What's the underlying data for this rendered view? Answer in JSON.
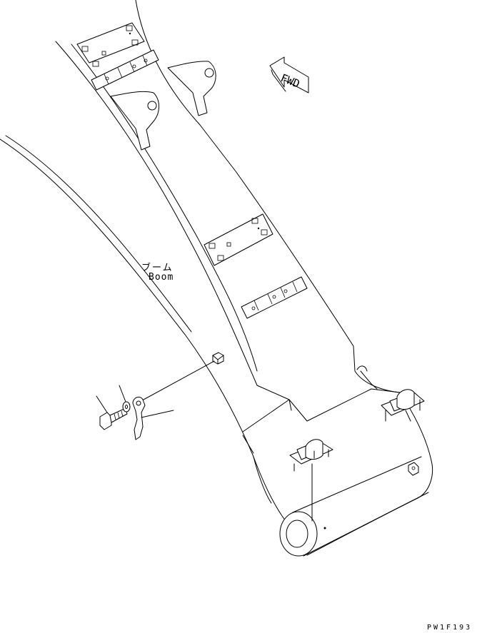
{
  "labels": {
    "boom_jp": "ブーム",
    "boom_en": "Boom",
    "fwd": "FWD",
    "drawing_code": "PW1F193"
  }
}
